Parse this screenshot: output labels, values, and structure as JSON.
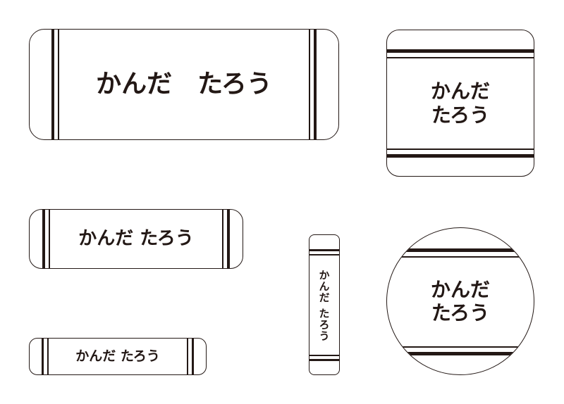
{
  "labels": {
    "large_horizontal": {
      "text": "かんだ　たろう"
    },
    "square": {
      "text": "かんだ\nたろう"
    },
    "medium_horizontal": {
      "text": "かんだ たろう"
    },
    "small_horizontal": {
      "text": "かんだ たろう"
    },
    "vertical_strip": {
      "text": "かんだ たろう"
    },
    "circle": {
      "text": "かんだ\nたろう"
    }
  },
  "colors": {
    "ink": "#231815",
    "background": "#ffffff"
  }
}
